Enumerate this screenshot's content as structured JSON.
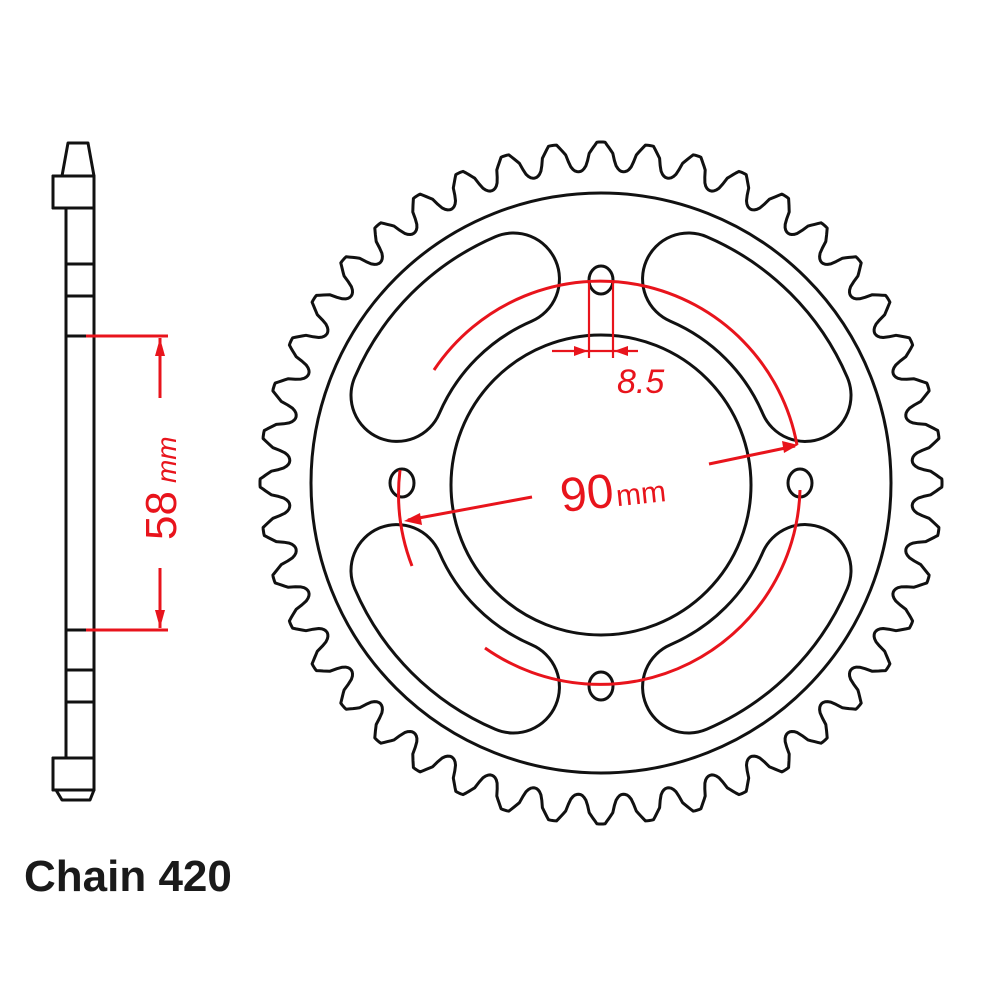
{
  "diagram": {
    "type": "rear sprocket technical drawing",
    "caption": "Chain 420",
    "dimensions": {
      "hub_thickness": {
        "value": "58",
        "unit": "mm"
      },
      "bolt_circle": {
        "value": "90",
        "unit": "mm"
      },
      "bolt_hole_diameter": {
        "value": "8.5"
      }
    },
    "geometry": {
      "teeth": 44,
      "bolt_holes": 4,
      "lightening_slots": 4
    },
    "colors": {
      "outline": "#111111",
      "dimension": "#e8141c",
      "background": "#ffffff"
    }
  }
}
